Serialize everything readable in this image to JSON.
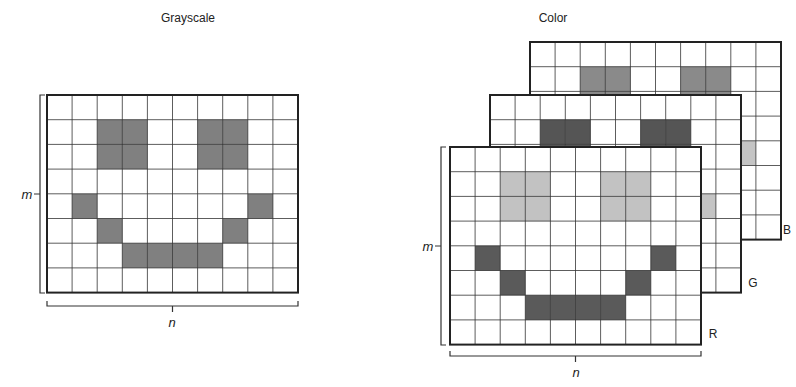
{
  "diagram": {
    "labels": [
      "Grayscale",
      "Color",
      "m",
      "n",
      "m",
      "n",
      "R",
      "G",
      "B"
    ]
  }
}
